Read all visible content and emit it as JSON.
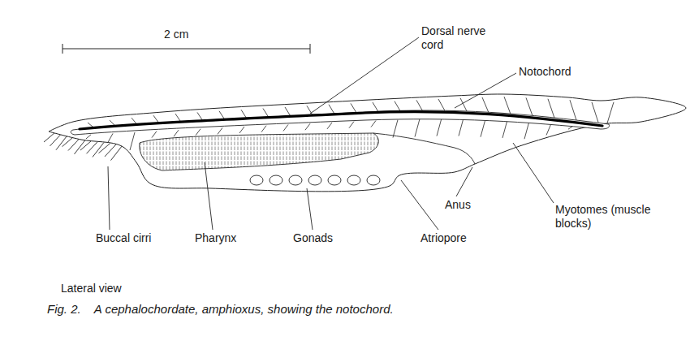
{
  "diagram": {
    "caption": "Fig. 2.    A cephalochordate, amphioxus, showing the notochord.",
    "labels": [
      "2 cm",
      "Dorsal nerve cord",
      "Notochord",
      "Buccal cirri",
      "Pharynx",
      "Gonads",
      "Atriopore",
      "Anus",
      "Myotomes (muscle blocks)",
      "Lateral view"
    ]
  }
}
